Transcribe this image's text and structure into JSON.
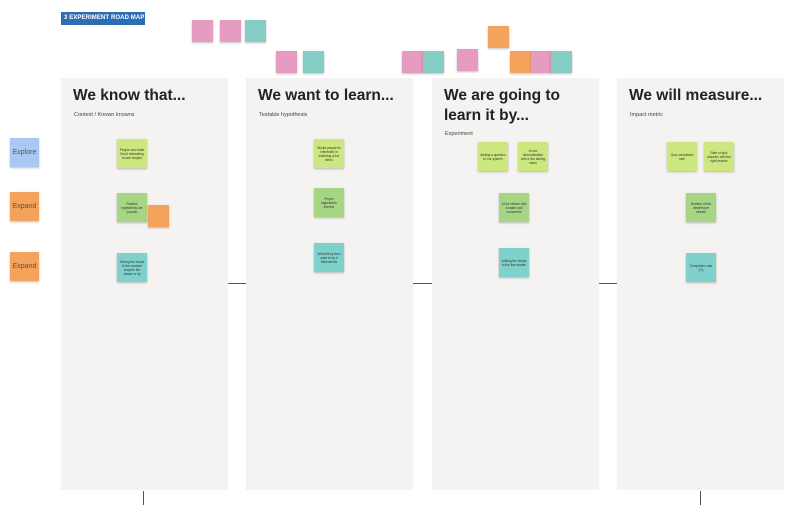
{
  "board": {
    "title_tag": "3 EXPERIMENT ROAD MAP"
  },
  "side_tags": [
    {
      "label": "Explore",
      "color": "#a9c9f2"
    },
    {
      "label": "Expand",
      "color": "#f4a25c"
    },
    {
      "label": "Expand",
      "color": "#f4a25c"
    }
  ],
  "columns": [
    {
      "heading": "We know that...",
      "subheading": "Context / Known knowns"
    },
    {
      "heading": "We want to learn...",
      "subheading": "Testable hypothesis"
    },
    {
      "heading": "We are going to learn it by...",
      "subheading": "Experiment"
    },
    {
      "heading": "We will measure...",
      "subheading": "Impact metric"
    }
  ],
  "notes": {
    "c1_n1": "People who bake find it interesting to see recipes",
    "c1_n2": "Feature ingredients are popular",
    "c1_n3": "Seeing the recipe in the moment inspires the viewer to try",
    "c2_n1": "Would people be interested in watching a live demo",
    "c2_n2": "Proper ingredients interest",
    "c2_n3": "Would they then want to try it themselves",
    "c3_n1": "Adding a question to our system",
    "c3_n2": "A new demonstration with a live baking video",
    "c3_n3": "A live stream with a baker and comments",
    "c3_n4": "Adding the recipe to the live stream",
    "c4_n1": "Quiz completion rate",
    "c4_n2": "Rate of quiz answers with the right answer",
    "c4_n3": "Number of live viewers per stream",
    "c4_n4": "Completion rate (%)"
  },
  "colors": {
    "pink": "#e69bc0",
    "teal": "#86cdc6",
    "orange": "#f4a25c",
    "lime": "#cde77f",
    "green": "#a6d684",
    "title_blue": "#2f6db3",
    "column_bg": "#f4f3f1"
  }
}
